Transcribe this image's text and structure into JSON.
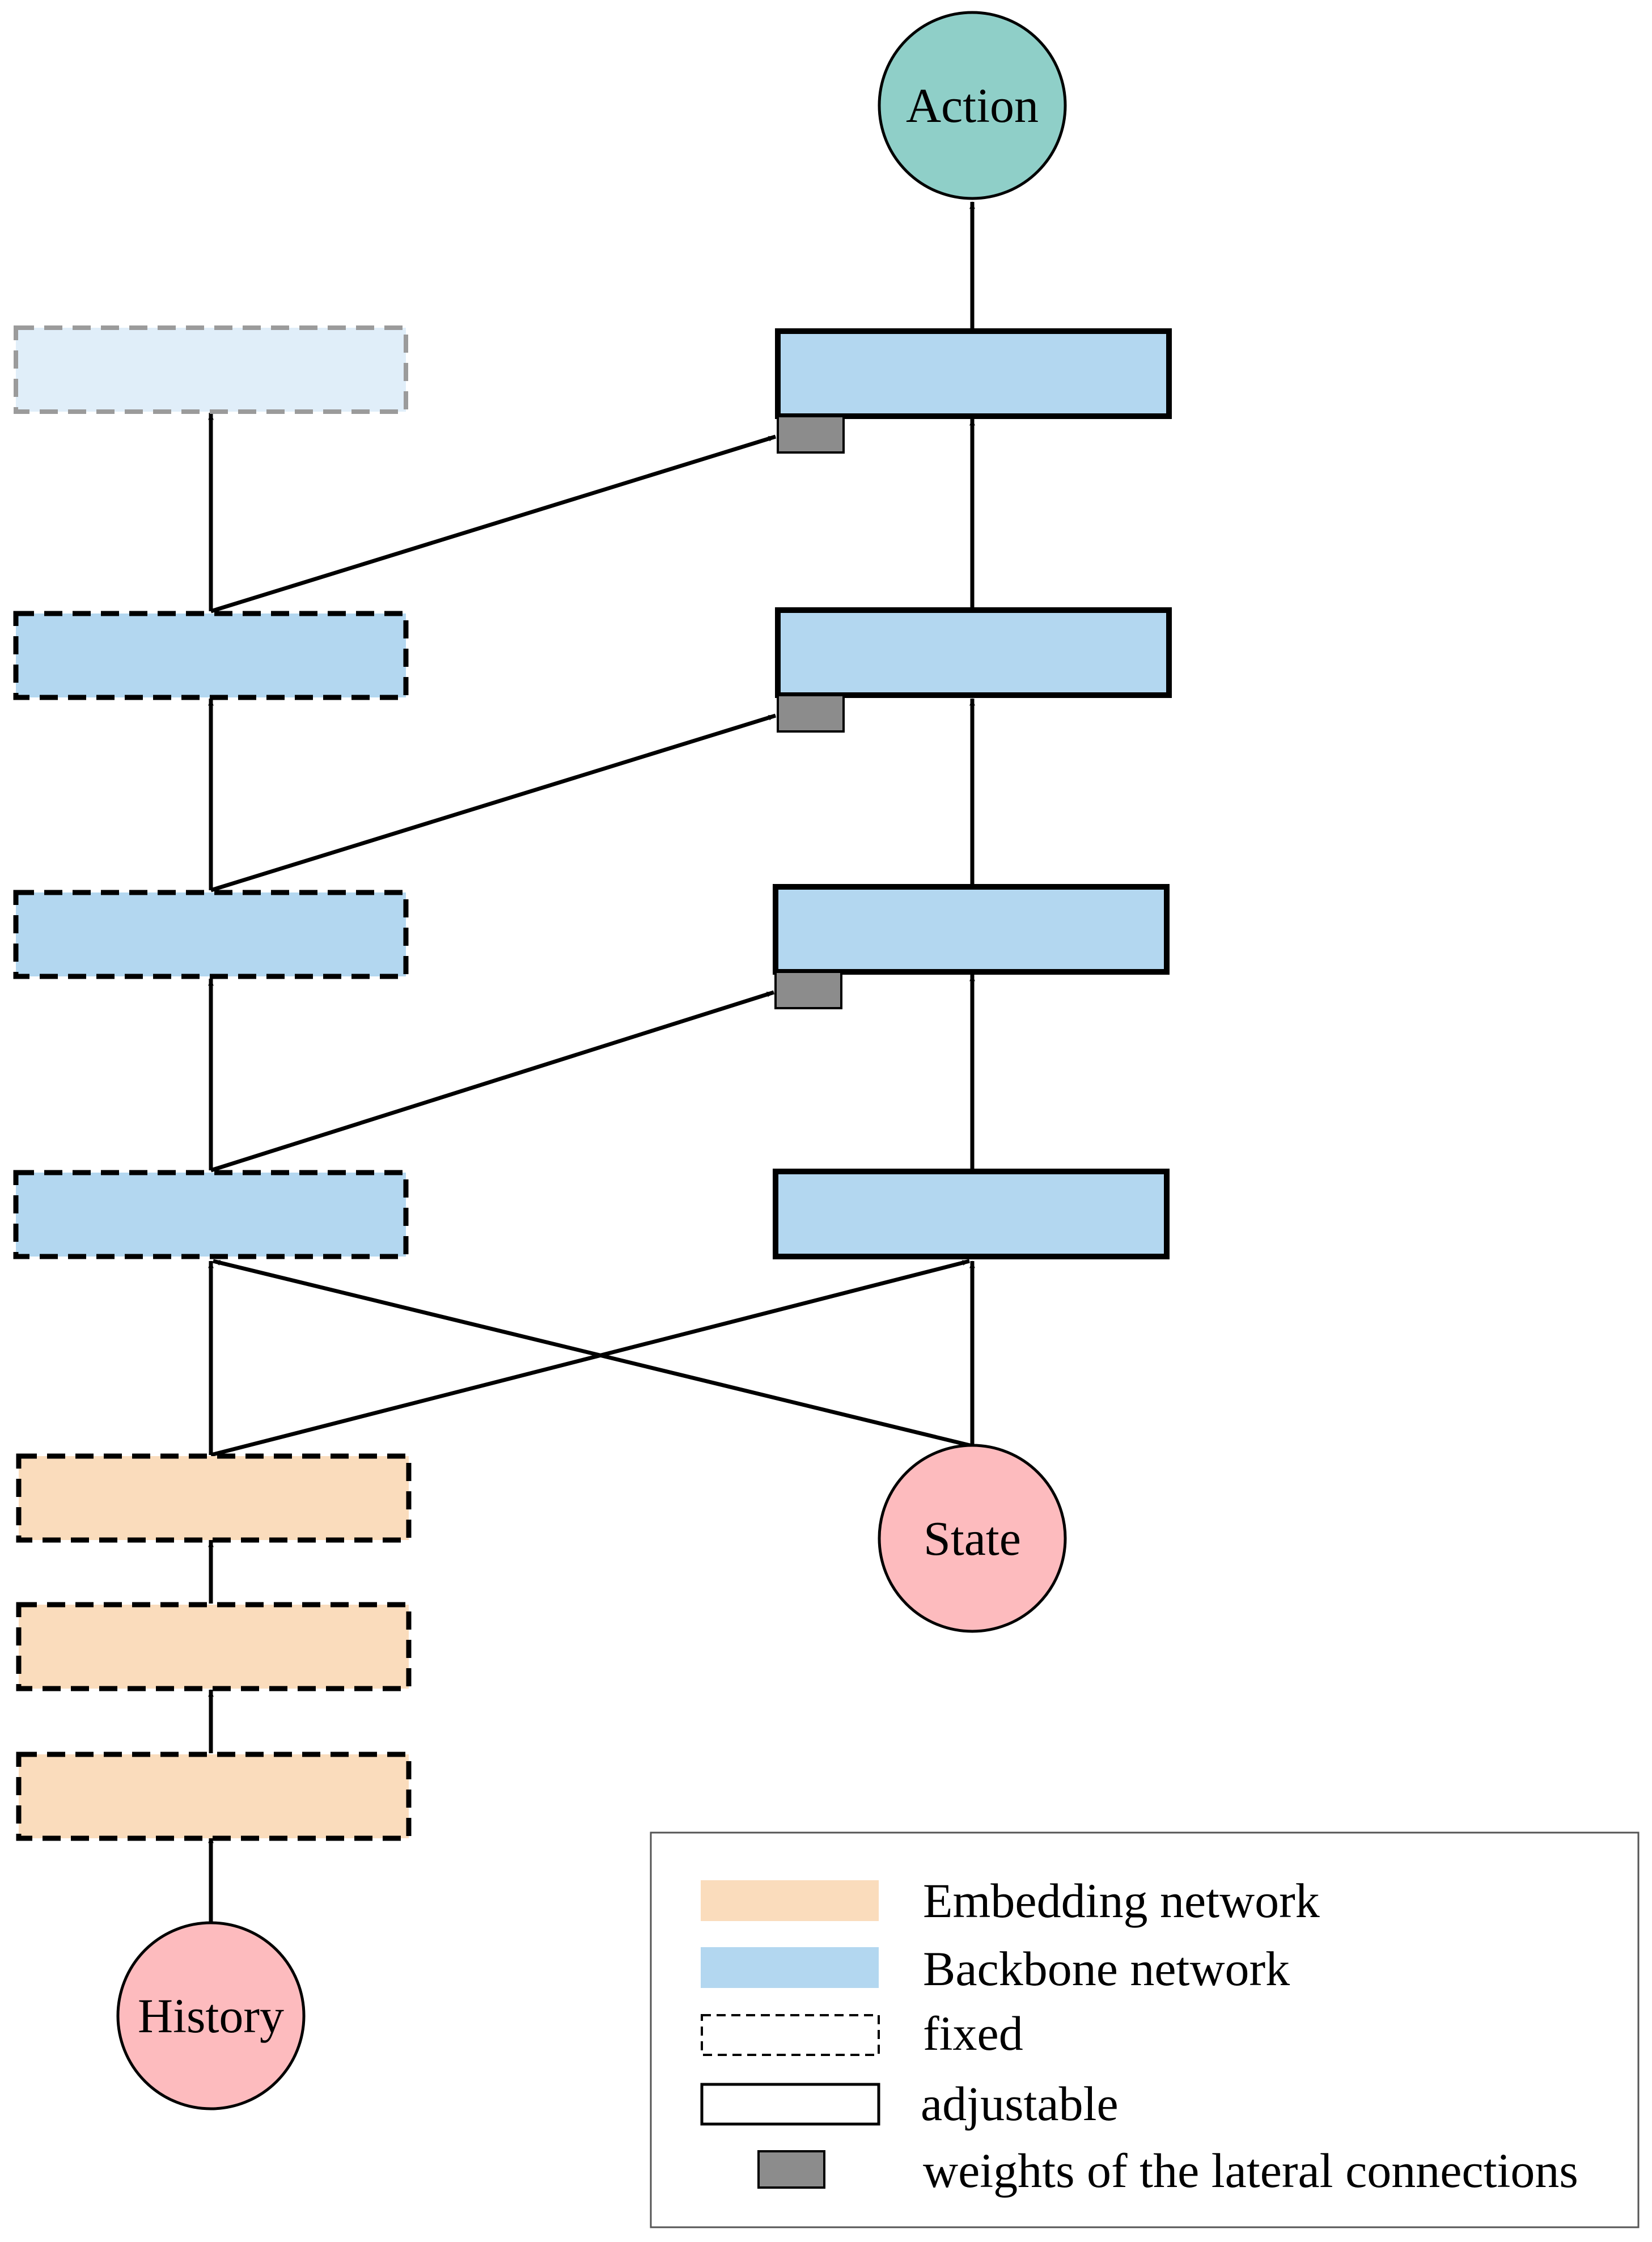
{
  "nodes": {
    "action": "Action",
    "state": "State",
    "history": "History"
  },
  "legend": {
    "embedding": "Embedding network",
    "backbone": "Backbone network",
    "fixed": "fixed",
    "adjustable": "adjustable",
    "weights": "weights of the lateral connections"
  },
  "colors": {
    "embedding": "#fadcbc",
    "backbone": "#b3d7f0",
    "backbone_faded": "#e0eef9",
    "output_node": "#8fcfc8",
    "input_node": "#fdbbbe",
    "weights": "#8c8c8c",
    "stroke": "#000000",
    "faded_stroke": "#9b9b9b"
  }
}
